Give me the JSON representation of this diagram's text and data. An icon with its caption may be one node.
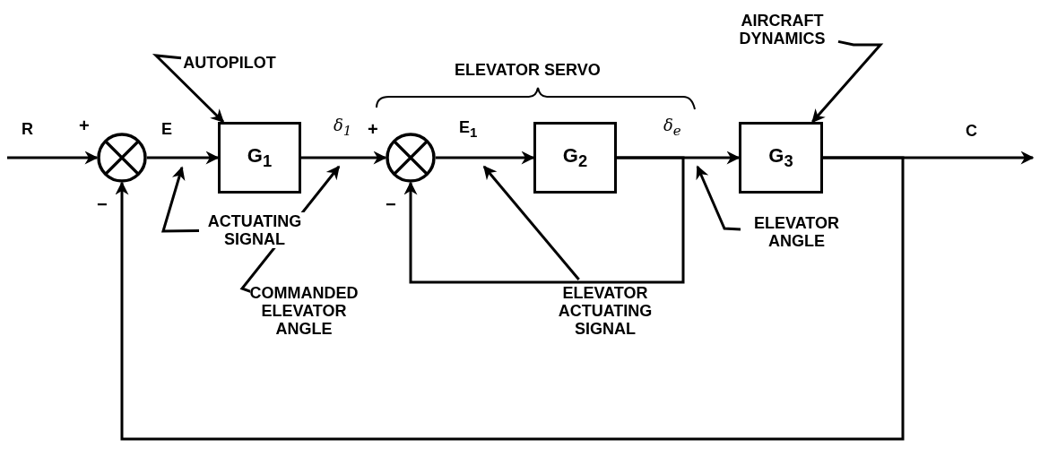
{
  "diagram": {
    "nodes": [
      {
        "text": [],
        "shape": "circle"
      },
      {
        "text": [
          "G$_{1}$"
        ]
      },
      {
        "text": [],
        "shape": "circle"
      },
      {
        "text": [
          "G$_{2}$"
        ]
      },
      {
        "text": [
          "G$_{3}$"
        ]
      },
      {
        "text": [
          "AUTOPILOT"
        ]
      },
      {
        "text": [
          "AIRCRAFT DYNAMICS"
        ]
      },
      {
        "text": [
          "ACTUATING SIGNAL"
        ]
      },
      {
        "text": [
          "COMMANDED ELEVATOR ANGLE"
        ]
      },
      {
        "text": [
          "ELEVATOR ACTUATING SIGNAL"
        ]
      },
      {
        "text": [
          "ELEVATOR ANGLE"
        ]
      }
    ],
    "edges": [
      {
        "from": null,
        "to": 0,
        "arrow": "to",
        "label": "R"
      },
      {
        "from": 0,
        "to": 1,
        "arrow": "to",
        "label": "E"
      },
      {
        "from": 1,
        "to": 2,
        "arrow": "to",
        "label": "δ$_{1}$"
      },
      {
        "from": 2,
        "to": 3,
        "arrow": "to",
        "label": "E$_{1}$"
      },
      {
        "from": 3,
        "to": 4,
        "arrow": "to",
        "label": "δ$_{e}$"
      },
      {
        "from": 4,
        "to": null,
        "arrow": "to",
        "label": "C"
      },
      {
        "from": 4,
        "to": 0,
        "arrow": "to"
      },
      {
        "from": 3,
        "to": 2,
        "arrow": "to"
      },
      {
        "from": 5,
        "to": 1,
        "arrow": "to"
      },
      {
        "from": 6,
        "to": 4,
        "arrow": "to"
      },
      {
        "from": 7,
        "to": null,
        "arrow": "to"
      },
      {
        "from": 8,
        "to": null,
        "arrow": "to"
      },
      {
        "from": 9,
        "to": null,
        "arrow": "to"
      },
      {
        "from": 10,
        "to": null,
        "arrow": "to"
      }
    ],
    "labels": [
      "ELEVATOR SERVO",
      "+",
      "−",
      "+",
      "−"
    ]
  }
}
